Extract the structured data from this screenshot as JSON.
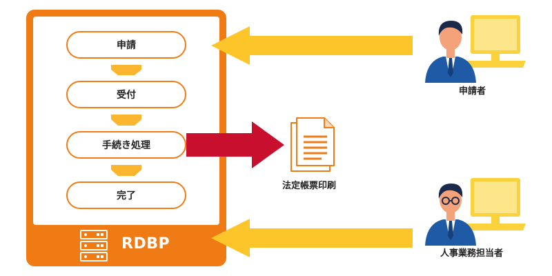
{
  "colors": {
    "orange": "#f07b14",
    "step_arrow": "#fbb52e",
    "input_arrow": "#fcc62b",
    "output_arrow": "#c8102e",
    "monitor": "#fbd23c",
    "suit": "#1f5aa6"
  },
  "system": {
    "name": "RDBP",
    "icon": "server-icon",
    "steps": [
      {
        "label": "申請"
      },
      {
        "label": "受付"
      },
      {
        "label": "手続き処理"
      },
      {
        "label": "完了"
      }
    ]
  },
  "output": {
    "label": "法定帳票印刷",
    "icon": "document-stack-icon"
  },
  "actors": [
    {
      "label": "申請者",
      "icon": "person-at-laptop-icon"
    },
    {
      "label": "人事業務担当者",
      "icon": "person-with-glasses-at-laptop-icon"
    }
  ]
}
